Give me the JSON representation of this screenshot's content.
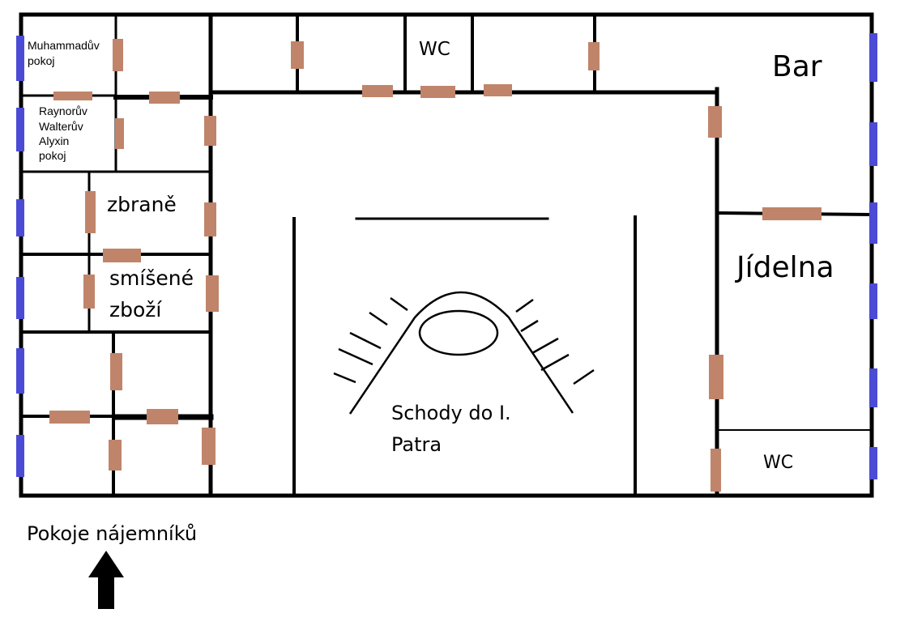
{
  "rooms": {
    "muhammad": [
      "Muhammadův",
      "pokoj"
    ],
    "raynor": [
      "Raynorův",
      "Walterův",
      "Alyxin",
      "pokoj"
    ],
    "weapons": "zbraně",
    "goods": [
      "smíšené",
      "zboží"
    ],
    "wc_top": "WC",
    "bar": "Bar",
    "dining": "Jídelna",
    "wc_bottom": "WC",
    "stairs": [
      "Schody do I.",
      "Patra"
    ]
  },
  "caption": "Pokoje nájemníků",
  "colors": {
    "wall": "#000000",
    "door": "#c0846a",
    "window": "#4b4bd6"
  }
}
